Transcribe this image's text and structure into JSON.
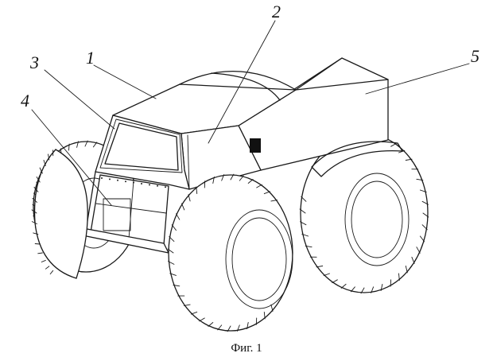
{
  "labels": {
    "l1": "1",
    "l2": "2",
    "l3": "3",
    "l4": "4",
    "l5": "5"
  },
  "caption": "Фиг. 1"
}
